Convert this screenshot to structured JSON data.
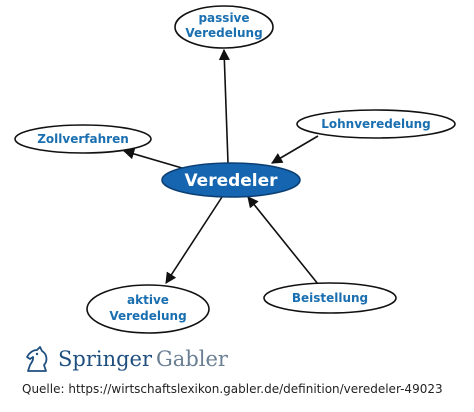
{
  "diagram": {
    "center": "Veredeler",
    "nodes": {
      "passive": [
        "passive",
        "Veredelung"
      ],
      "lohn": [
        "Lohnveredelung"
      ],
      "zoll": [
        "Zollverfahren"
      ],
      "aktive": [
        "aktive",
        "Veredelung"
      ],
      "beistellung": [
        "Beistellung"
      ]
    },
    "colors": {
      "center_fill": "#1565b0",
      "node_text": "#1a6fb0",
      "stroke": "#111111"
    }
  },
  "footer": {
    "logo_primary": "Springer",
    "logo_secondary": "Gabler",
    "source_prefix": "Quelle:",
    "source_url": "https://wirtschaftslexikon.gabler.de/definition/veredeler-49023"
  }
}
